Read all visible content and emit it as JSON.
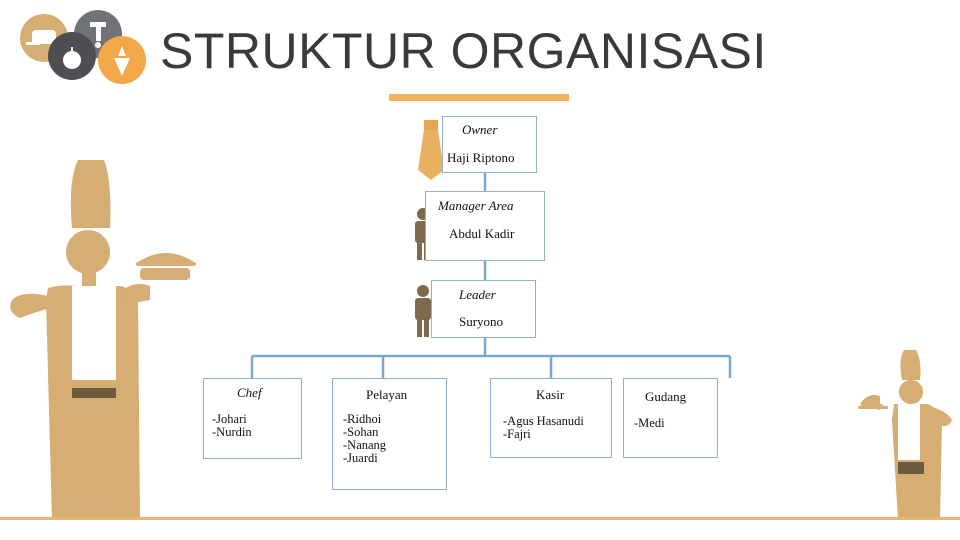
{
  "title": "STRUKTUR ORGANISASI",
  "colors": {
    "accent": "#f0b35a",
    "tan": "#d6ad72",
    "line": "#7aa6cf",
    "icon_gray": "#6f7378",
    "icon_orange": "#f2a848"
  },
  "icons": [
    "toast-icon",
    "faucet-icon",
    "apple-icon",
    "carrot-icon"
  ],
  "owner": {
    "role": "Owner",
    "name": "Haji Riptono"
  },
  "manager": {
    "role": "Manager Area",
    "name": "Abdul Kadir"
  },
  "leader": {
    "role": "Leader",
    "name": "Suryono"
  },
  "departments": [
    {
      "role": "Chef",
      "members": [
        "-Johari",
        "-Nurdin"
      ]
    },
    {
      "role": "Pelayan",
      "members": [
        "-Ridhoi",
        "-Sohan",
        "-Nanang",
        "-Juardi"
      ]
    },
    {
      "role": "Kasir",
      "members": [
        "-Agus Hasanudi",
        "-Fajri"
      ]
    },
    {
      "role": "Gudang",
      "members": [
        "-Medi"
      ]
    }
  ]
}
